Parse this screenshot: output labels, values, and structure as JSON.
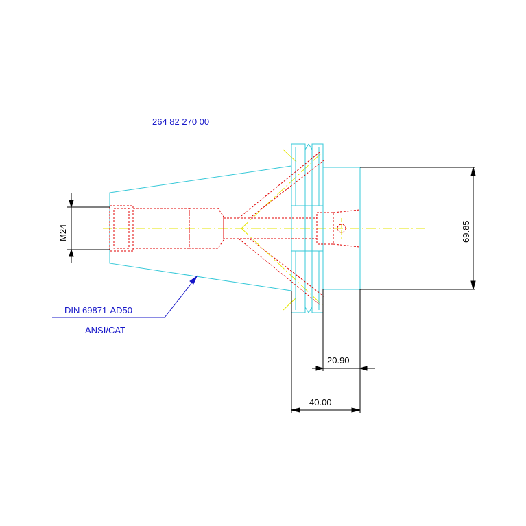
{
  "part_number": "264 82 270 00",
  "standard_label": "DIN 69871-AD50",
  "taper_label": "ANSI/CAT",
  "dimensions": {
    "thread": "M24",
    "diameter": "69.85",
    "flange_to_end": "20.90",
    "overall_length": "40.00"
  },
  "colors": {
    "outline": "#35c8d8",
    "hidden": "#e00000",
    "centerline": "#e6e600",
    "dimension": "#000000",
    "annotation": "#1515c8"
  }
}
